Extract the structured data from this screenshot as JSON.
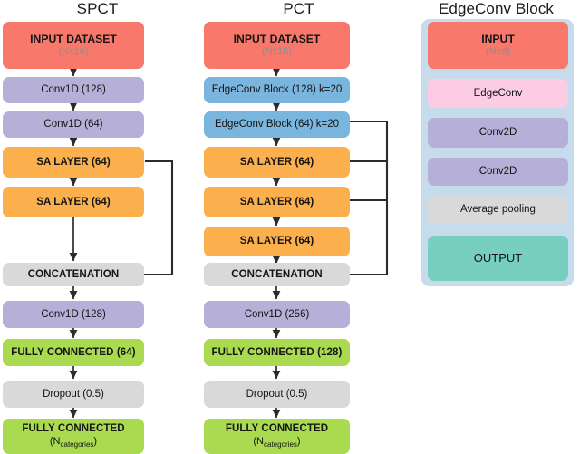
{
  "figure": {
    "type": "diagram",
    "kind": "neural-network-architecture-flowchart",
    "columns": 3
  },
  "palette": {
    "input_red": "#f8796b",
    "conv_purple": "#b6b0d8",
    "sa_orange": "#fbb04d",
    "edgeconv_blue": "#7ab5dd",
    "gray": "#d9d9d9",
    "green": "#a9da50",
    "pink": "#fbcce3",
    "teal": "#79cfbf",
    "panel_blue": "#c6dcec",
    "arrow": "#2b2b2b"
  },
  "spct": {
    "title": "SPCT",
    "nodes": [
      {
        "label": "INPUT DATASET",
        "sub": "(Nx16)",
        "color": "input_red"
      },
      {
        "label": "Conv1D (128)",
        "sub": "",
        "color": "conv_purple"
      },
      {
        "label": "Conv1D (64)",
        "sub": "",
        "color": "conv_purple"
      },
      {
        "label": "SA LAYER (64)",
        "sub": "",
        "color": "sa_orange"
      },
      {
        "label": "SA LAYER (64)",
        "sub": "",
        "color": "sa_orange"
      },
      {
        "label": "CONCATENATION",
        "sub": "",
        "color": "gray"
      },
      {
        "label": "Conv1D (128)",
        "sub": "",
        "color": "conv_purple"
      },
      {
        "label": "FULLY CONNECTED (64)",
        "sub": "",
        "color": "green"
      },
      {
        "label": "Dropout (0.5)",
        "sub": "",
        "color": "gray"
      },
      {
        "label": "FULLY CONNECTED",
        "sub": "(Ncategories)",
        "color": "green"
      }
    ],
    "skip_connections": [
      {
        "from": "SA LAYER (64) #1",
        "to": "CONCATENATION"
      }
    ]
  },
  "pct": {
    "title": "PCT",
    "nodes": [
      {
        "label": "INPUT DATASET",
        "sub": "(Nx16)",
        "color": "input_red"
      },
      {
        "label": "EdgeConv Block (128) k=20",
        "sub": "",
        "color": "edgeconv_blue"
      },
      {
        "label": "EdgeConv Block (64) k=20",
        "sub": "",
        "color": "edgeconv_blue"
      },
      {
        "label": "SA LAYER (64)",
        "sub": "",
        "color": "sa_orange"
      },
      {
        "label": "SA LAYER (64)",
        "sub": "",
        "color": "sa_orange"
      },
      {
        "label": "SA LAYER (64)",
        "sub": "",
        "color": "sa_orange"
      },
      {
        "label": "CONCATENATION",
        "sub": "",
        "color": "gray"
      },
      {
        "label": "Conv1D (256)",
        "sub": "",
        "color": "conv_purple"
      },
      {
        "label": "FULLY CONNECTED (128)",
        "sub": "",
        "color": "green"
      },
      {
        "label": "Dropout (0.5)",
        "sub": "",
        "color": "gray"
      },
      {
        "label": "FULLY CONNECTED",
        "sub": "(Ncategories)",
        "color": "green"
      }
    ],
    "skip_connections": [
      {
        "from": "EdgeConv Block (64) k=20",
        "to": "CONCATENATION"
      },
      {
        "from": "SA LAYER (64) #1",
        "to": "CONCATENATION"
      },
      {
        "from": "SA LAYER (64) #2",
        "to": "CONCATENATION"
      }
    ]
  },
  "edgeconv": {
    "title": "EdgeConv Block",
    "nodes": [
      {
        "label": "INPUT",
        "sub": "(Nxd)",
        "color": "input_red"
      },
      {
        "label": "EdgeConv",
        "sub": "",
        "color": "pink"
      },
      {
        "label": "Conv2D",
        "sub": "",
        "color": "conv_purple"
      },
      {
        "label": "Conv2D",
        "sub": "",
        "color": "conv_purple"
      },
      {
        "label": "Average pooling",
        "sub": "",
        "color": "gray"
      },
      {
        "label": "OUTPUT",
        "sub": "",
        "color": "teal"
      }
    ]
  },
  "subscripts": {
    "n_categories_base": "(N",
    "n_categories_sub": "categories",
    "n_categories_close": ")"
  }
}
